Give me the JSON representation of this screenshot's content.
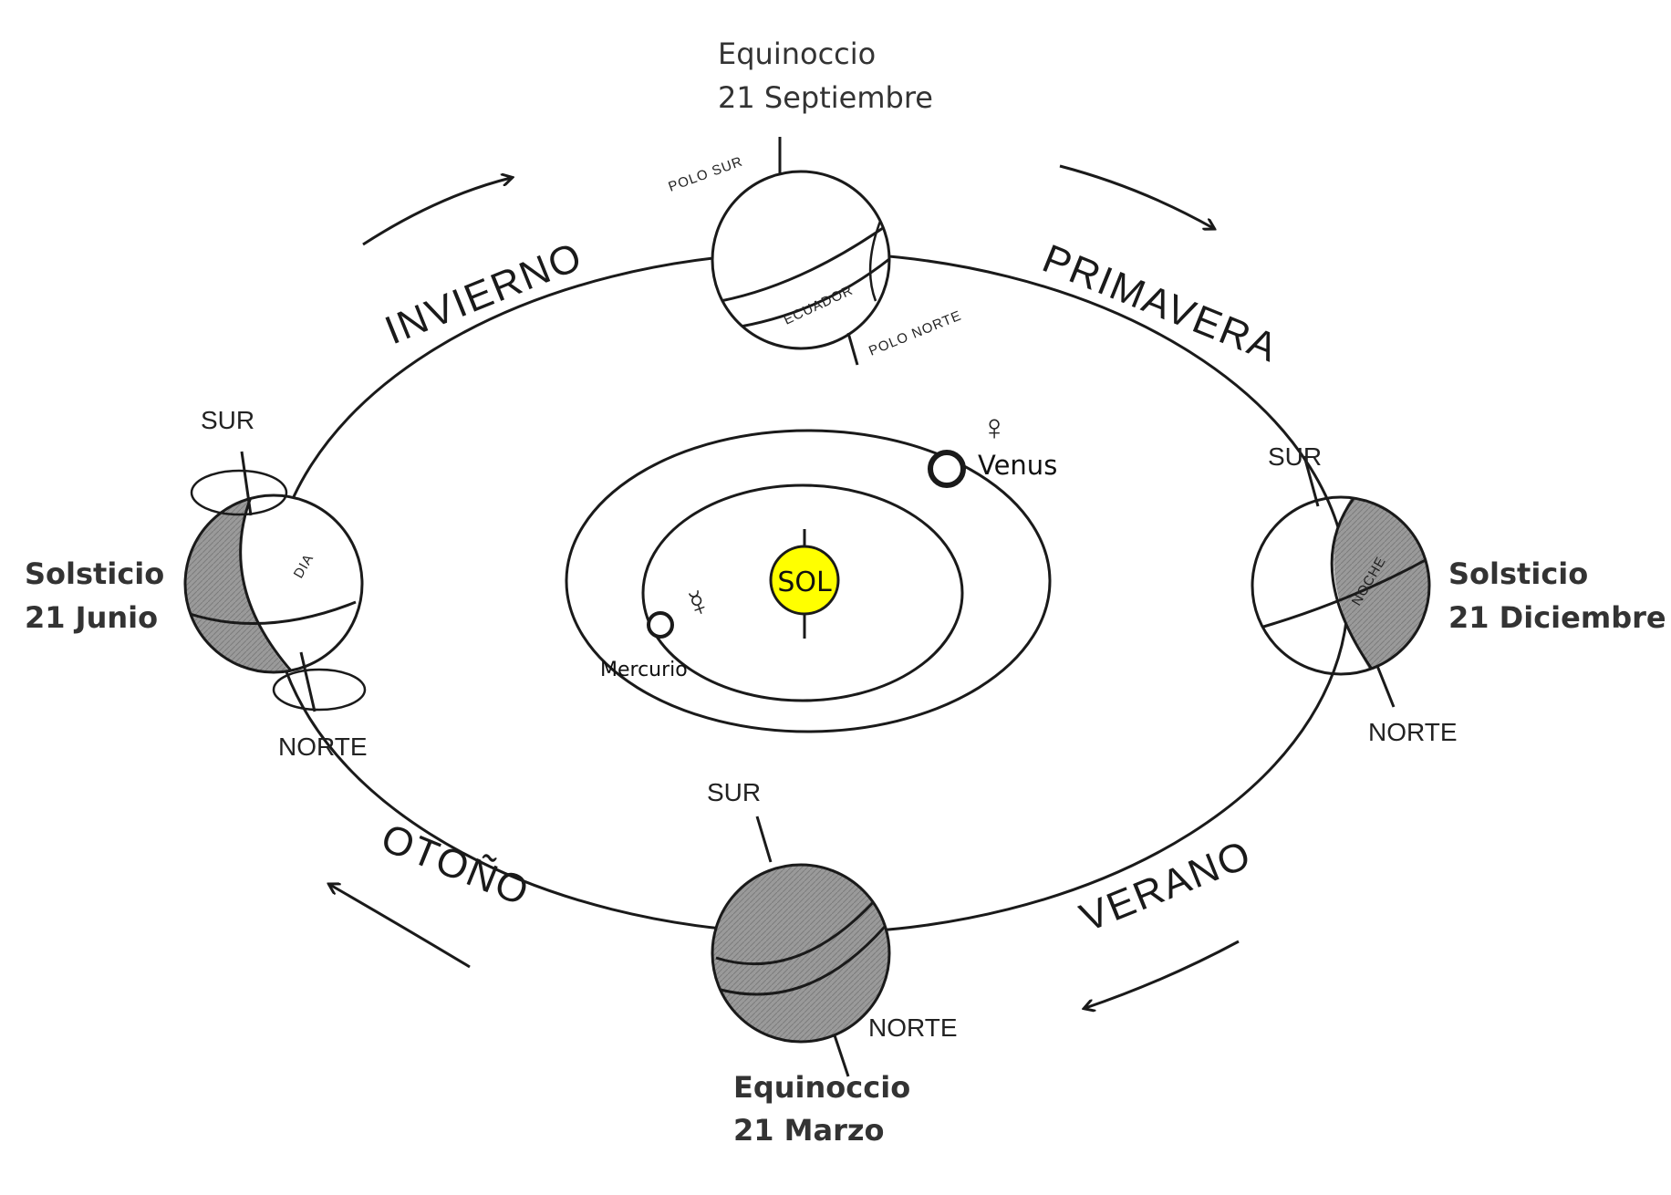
{
  "colors": {
    "sun_fill": "#ffff00",
    "night_shade": "#9a9a9a",
    "ink": "#1a1a1a"
  },
  "events": {
    "september": {
      "line1": "Equinoccio",
      "line2": "21 Septiembre"
    },
    "march": {
      "line1": "Equinoccio",
      "line2": "21 Marzo"
    },
    "june": {
      "line1": "Solsticio",
      "line2": "21 Junio"
    },
    "december": {
      "line1": "Solsticio",
      "line2": "21 Diciembre"
    }
  },
  "seasons": {
    "winter": "INVIERNO",
    "spring": "PRIMAVERA",
    "summer": "VERANO",
    "autumn": "OTOÑO"
  },
  "poles": {
    "top_south": "POLO SUR",
    "top_north": "POLO NORTE",
    "top_equator": "ECUADOR",
    "left_south": "SUR",
    "left_north": "NORTE",
    "left_day": "DIA",
    "right_south": "SUR",
    "right_north": "NORTE",
    "right_night": "NOCHE",
    "bottom_south": "SUR",
    "bottom_north": "NORTE"
  },
  "bodies": {
    "sun": "SOL",
    "venus": "Venus",
    "venus_symbol": "♀",
    "mercury": "Mercurio",
    "mercury_symbol": "☿"
  }
}
